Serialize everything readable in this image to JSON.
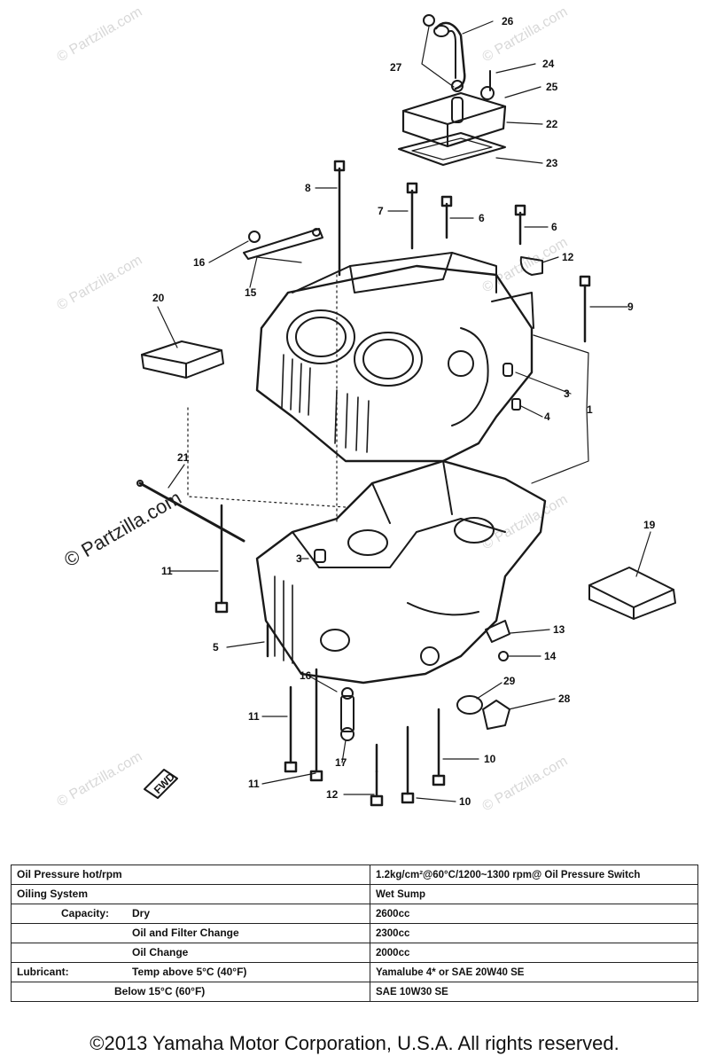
{
  "diagram": {
    "callouts": [
      "26",
      "24",
      "25",
      "27",
      "22",
      "23",
      "8",
      "7",
      "6",
      "6",
      "12",
      "16",
      "15",
      "9",
      "20",
      "3",
      "1",
      "4",
      "21",
      "19",
      "11",
      "3",
      "13",
      "5",
      "14",
      "29",
      "28",
      "16",
      "11",
      "10",
      "17",
      "11",
      "12",
      "10"
    ],
    "fwd_label": "FWD",
    "watermark_small": "© Partzilla.com",
    "watermark_large": "© Partzilla.com"
  },
  "specs": {
    "rows": [
      {
        "label_parts": [
          "Oil Pressure hot/rpm"
        ],
        "value": "1.2kg/cm²@60°C/1200~1300 rpm@ Oil Pressure Switch"
      },
      {
        "label_parts": [
          "Oiling System"
        ],
        "value": "Wet Sump"
      },
      {
        "label_parts": [
          "Capacity:",
          "Dry"
        ],
        "value": "2600cc"
      },
      {
        "label_parts": [
          "Oil and Filter Change"
        ],
        "value": "2300cc"
      },
      {
        "label_parts": [
          "Oil Change"
        ],
        "value": "2000cc"
      },
      {
        "label_parts": [
          "Lubricant:",
          "Temp above 5°C (40°F)"
        ],
        "value": "Yamalube 4* or SAE 20W40 SE"
      },
      {
        "label_parts": [
          "Below 15°C (60°F)"
        ],
        "value": "SAE 10W30 SE"
      }
    ]
  },
  "footer": {
    "copyright": "©2013  Yamaha Motor Corporation, U.S.A. All rights reserved."
  }
}
